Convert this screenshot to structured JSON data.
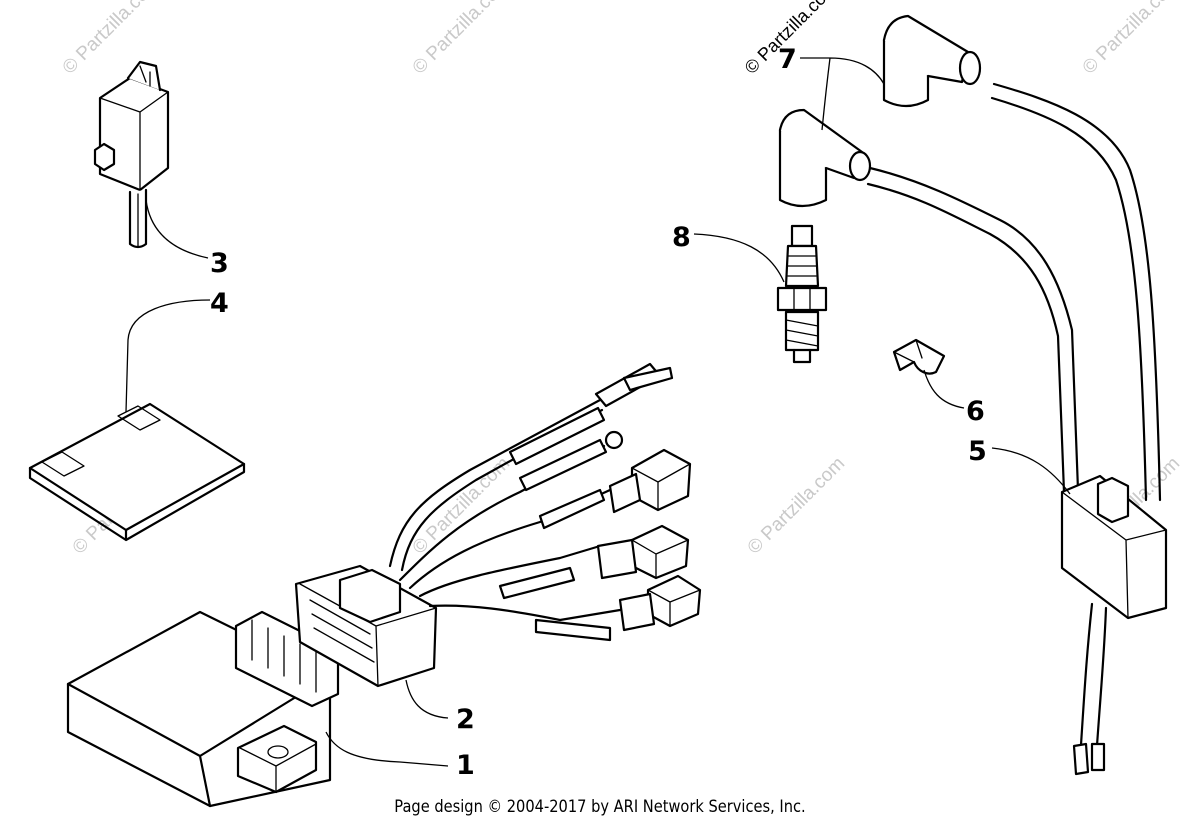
{
  "watermark": "© Partzilla.com",
  "callouts": {
    "c1": "1",
    "c2": "2",
    "c3": "3",
    "c4": "4",
    "c5": "5",
    "c6": "6",
    "c7": "7",
    "c8": "8"
  },
  "footer": "Page design © 2004-2017 by ARI Network Services, Inc."
}
